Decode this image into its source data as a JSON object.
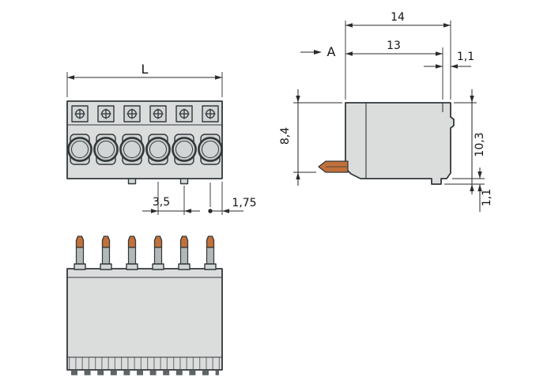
{
  "drawing_title": "connector dimensional drawing",
  "colors": {
    "background": "#ffffff",
    "outline": "#33383b",
    "body_fill": "#dbdddd",
    "body_fill_dark": "#d1d5d5",
    "ring_fill": "#c7cbcb",
    "pin_shaft": "#b2b7b7",
    "copper": "#c2713a",
    "serration": "#5f6566",
    "dim_line": "#2b2b2b",
    "text": "#141414"
  },
  "front_view": {
    "length_label": "L",
    "pitch_label": "3,5",
    "edge_offset_label": "1,75",
    "pole_count": 6
  },
  "side_view": {
    "overall_depth_label": "14",
    "view_direction_label": "A",
    "housing_depth_label": "13",
    "top_offset_label": "1,1",
    "front_height_label": "8,4",
    "overall_height_label": "10,3",
    "foot_height_label": "1,1"
  },
  "pin_view": {
    "pole_count": 6
  }
}
